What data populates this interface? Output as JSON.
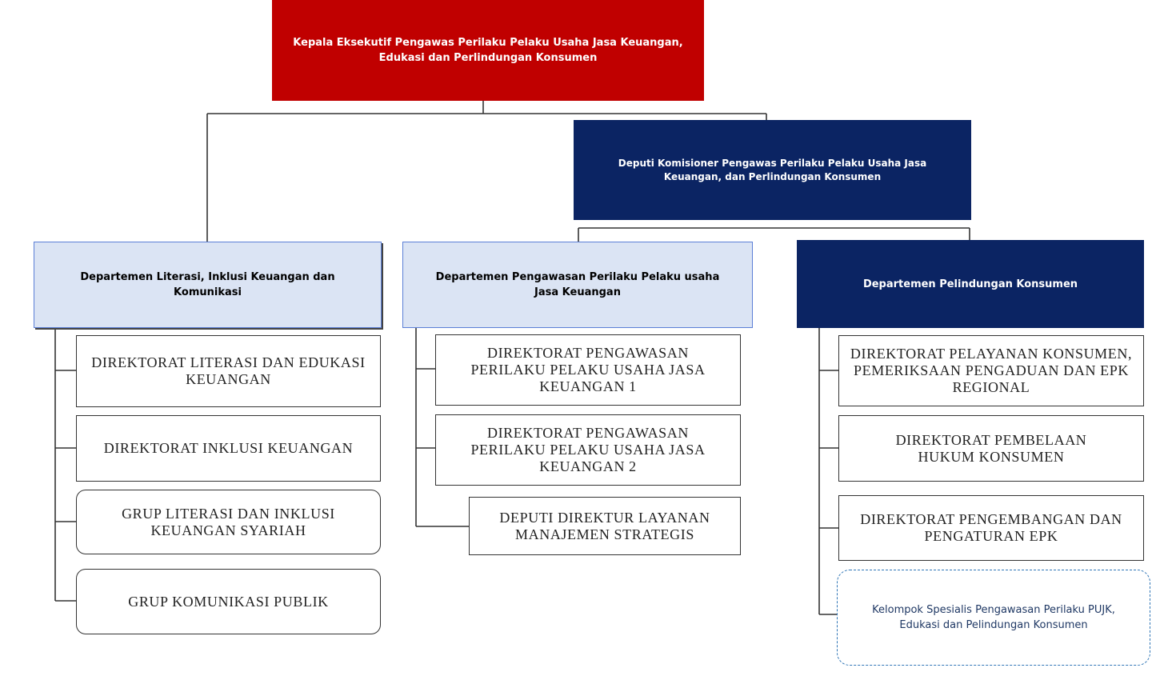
{
  "chart": {
    "top": {
      "label": "Kepala Eksekutif Pengawas Perilaku Pelaku Usaha Jasa Keuangan, Edukasi dan Perlindungan Konsumen"
    },
    "deputy": {
      "label": "Deputi Komisioner Pengawas Perilaku Pelaku Usaha Jasa Keuangan, dan Perlindungan Konsumen"
    },
    "departments": [
      {
        "label": "Departemen Literasi, Inklusi Keuangan dan Komunikasi",
        "units": [
          "DIREKTORAT LITERASI DAN EDUKASI KEUANGAN",
          "DIREKTORAT INKLUSI KEUANGAN",
          "GRUP LITERASI DAN INKLUSI KEUANGAN SYARIAH",
          "GRUP KOMUNIKASI PUBLIK"
        ]
      },
      {
        "label": "Departemen  Pengawasan Perilaku Pelaku usaha Jasa Keuangan",
        "units": [
          "DIREKTORAT PENGAWASAN PERILAKU PELAKU USAHA JASA KEUANGAN 1",
          "DIREKTORAT PENGAWASAN PERILAKU PELAKU USAHA JASA KEUANGAN 2",
          "DEPUTI DIREKTUR LAYANAN MANAJEMEN STRATEGIS"
        ]
      },
      {
        "label": "Departemen Pelindungan Konsumen",
        "units": [
          "DIREKTORAT PELAYANAN KONSUMEN, PEMERIKSAAN PENGADUAN DAN EPK REGIONAL",
          "DIREKTORAT PEMBELAAN HUKUM KONSUMEN",
          "DIREKTORAT PENGEMBANGAN DAN PENGATURAN EPK",
          "Kelompok Spesialis Pengawasan Perilaku PUJK, Edukasi dan Pelindungan Konsumen"
        ]
      }
    ]
  }
}
